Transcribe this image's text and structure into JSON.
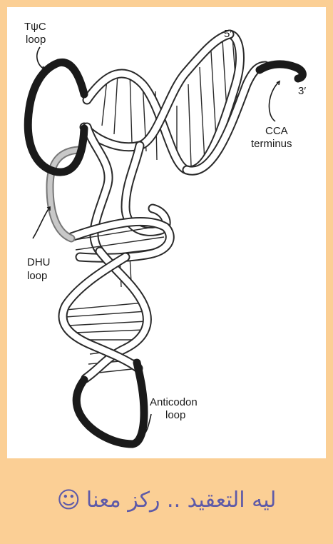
{
  "labels": {
    "tpsic_line1": "TψC",
    "tpsic_line2": "loop",
    "five_prime": "5′",
    "three_prime": "3′",
    "cca_line1": "CCA",
    "cca_line2": "terminus",
    "dhu_line1": "DHU",
    "dhu_line2": "loop",
    "anticodon_line1": "Anticodon",
    "anticodon_line2": "loop"
  },
  "caption": {
    "text": "ليه التعقيد .. ركز معنا",
    "smiley": "☺"
  },
  "colors": {
    "background": "#fbcf95",
    "panel": "#ffffff",
    "caption_text": "#5e5aa8",
    "loop_dark": "#1a1a1a",
    "dhu_loop": "#c8c8c8"
  }
}
